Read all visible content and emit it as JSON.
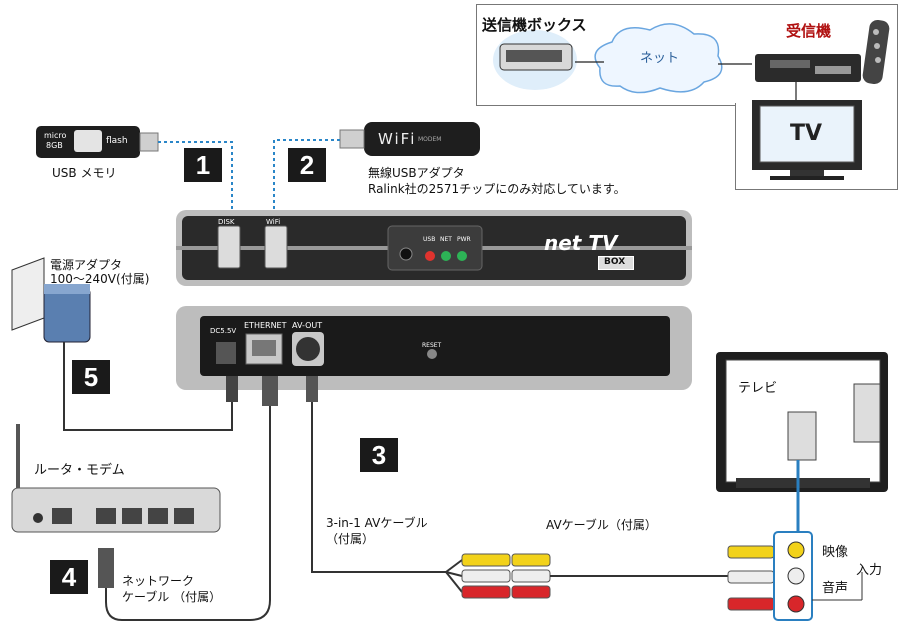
{
  "diagram": {
    "top_panel": {
      "sender_box": "送信機ボックス",
      "network": "ネット",
      "receiver": "受信機",
      "tv": "TV"
    },
    "steps": [
      "1",
      "2",
      "3",
      "4",
      "5"
    ],
    "usb_memory": {
      "stick_text_top": "micro",
      "stick_text_bottom": "8GB",
      "stick_brand": "flash",
      "label": "USB メモリ"
    },
    "wifi_adapter": {
      "stick_text": "WiFi",
      "stick_sub": "MODEM",
      "label": "無線USBアダプタ",
      "note": "Ralink社の2571チップにのみ対応しています。"
    },
    "device_front": {
      "port_disk": "DISK",
      "port_wifi": "WiFi",
      "led_usb": "USB",
      "led_net": "NET",
      "led_pwr": "PWR",
      "logo": "net TV",
      "logo_box": "BOX"
    },
    "device_back": {
      "dc": "DC5.5V",
      "ethernet": "ETHERNET",
      "av_out": "AV-OUT",
      "reset": "RESET"
    },
    "power_adapter": {
      "title": "電源アダプタ",
      "spec": "100～240V(付属)"
    },
    "router": {
      "label": "ルータ・モデム"
    },
    "network_cable": {
      "line1": "ネットワーク",
      "line2": "ケーブル （付属）"
    },
    "av_cable_3in1": {
      "line1": "3-in-1 AVケーブル",
      "line2": "（付属）"
    },
    "av_cable": {
      "label": "AVケーブル（付属）"
    },
    "tv_set": {
      "label": "テレビ"
    },
    "tv_inputs": {
      "video": "映像",
      "audio": "音声",
      "input": "入力"
    },
    "colors": {
      "video_yellow": "#f2d21a",
      "audio_white": "#eeeeee",
      "audio_red": "#d8262a",
      "connector_blue": "#2a7fc0",
      "receiver_red": "#b01010"
    }
  }
}
